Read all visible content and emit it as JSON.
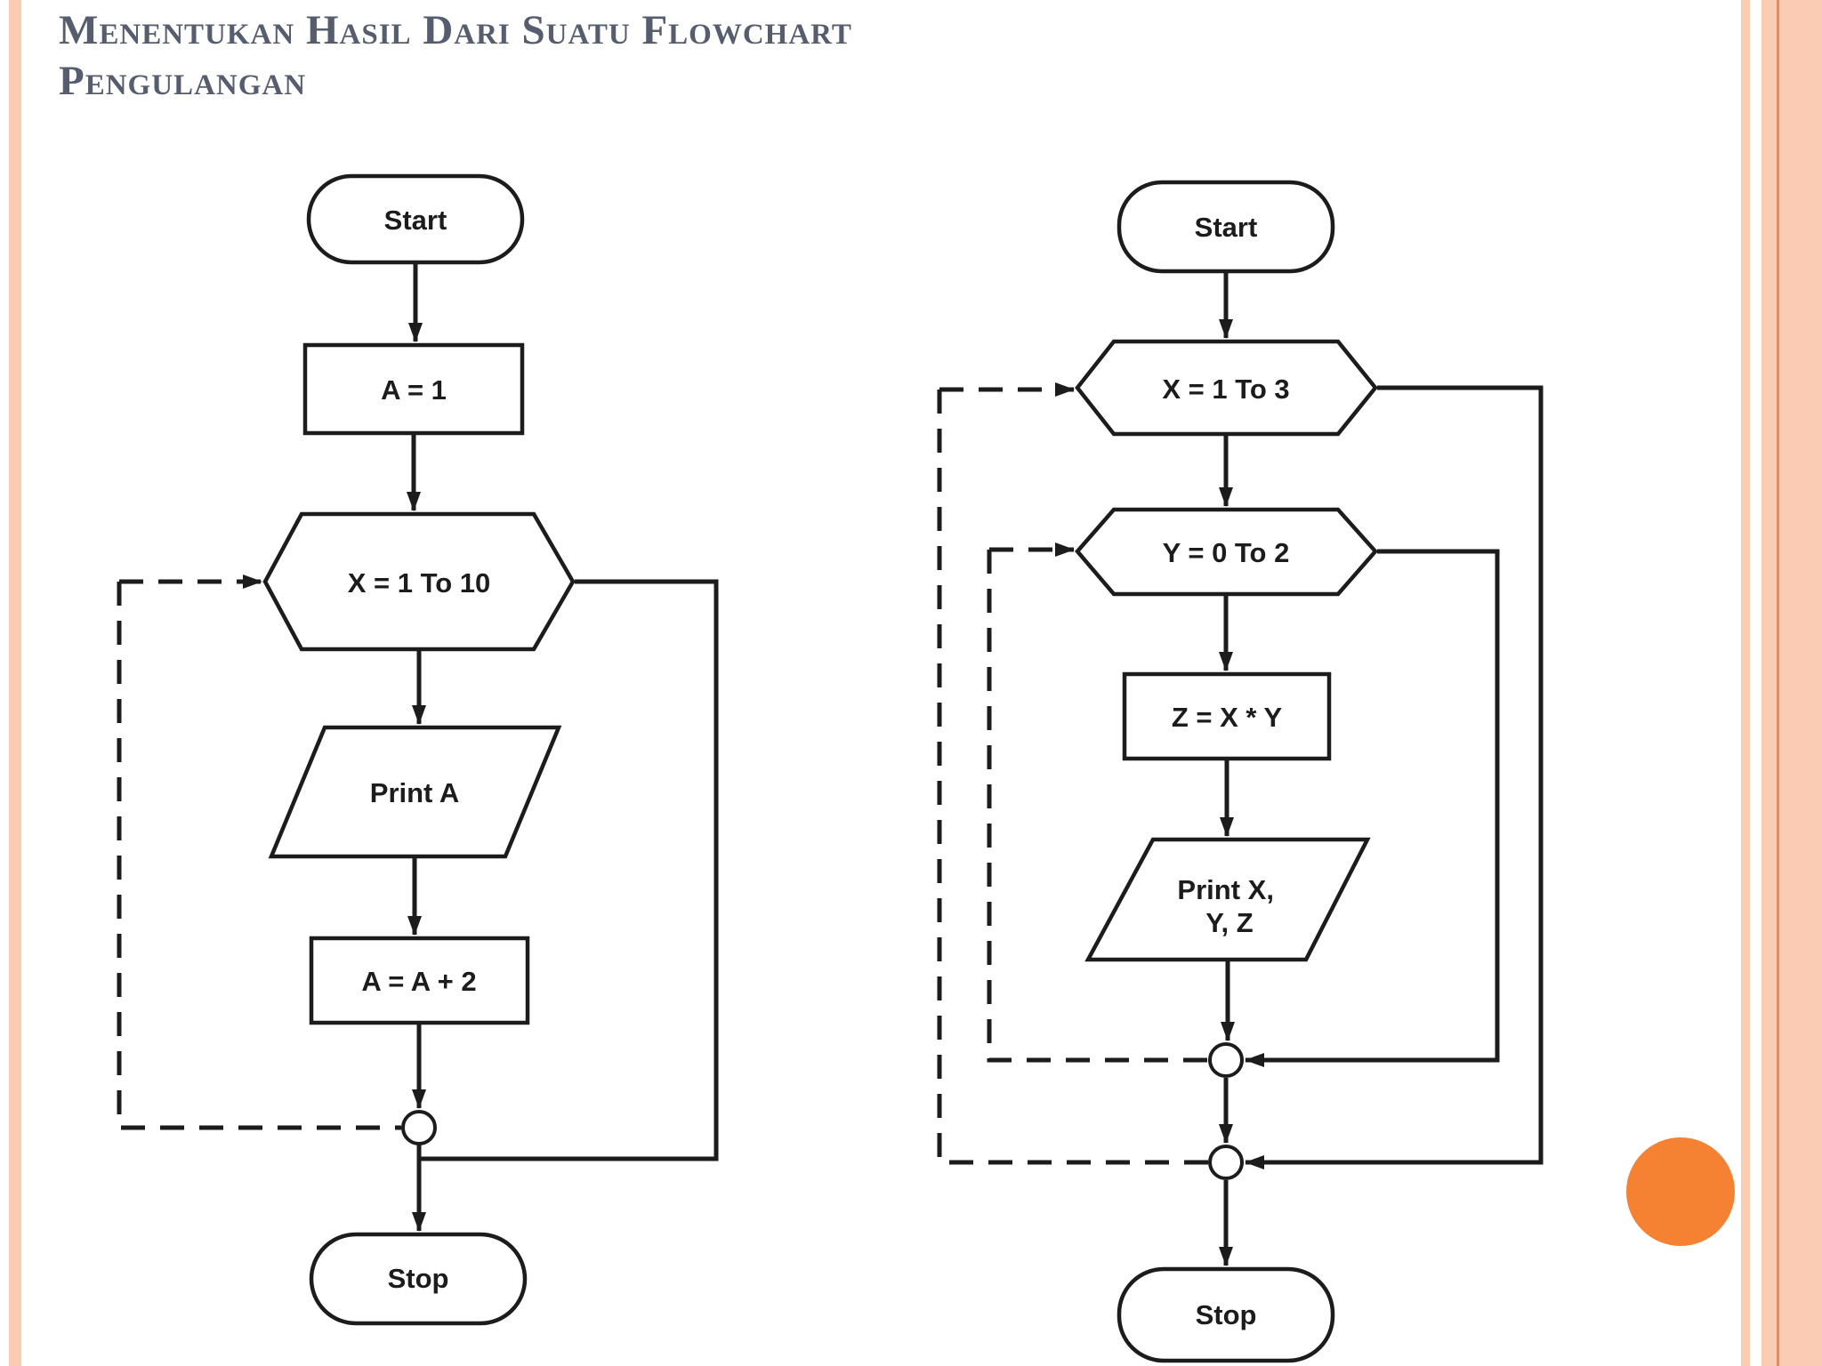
{
  "title": {
    "line1": "Menentukan Hasil Dari Suatu Flowchart",
    "line2": "Pengulangan"
  },
  "colors": {
    "title": "#565d6e",
    "ink": "#1c1c1c",
    "stripe": "#fbccb4",
    "accent": "#ee8a55",
    "circle": "#f58233"
  },
  "left_flowchart": {
    "start": "Start",
    "init": "A = 1",
    "loop": "X = 1 To 10",
    "output": "Print A",
    "update": "A = A + 2",
    "stop": "Stop"
  },
  "right_flowchart": {
    "start": "Start",
    "outer_loop": "X = 1 To 3",
    "inner_loop": "Y = 0 To 2",
    "process": "Z = X * Y",
    "output_line1": "Print X,",
    "output_line2": "Y, Z",
    "stop": "Stop"
  }
}
